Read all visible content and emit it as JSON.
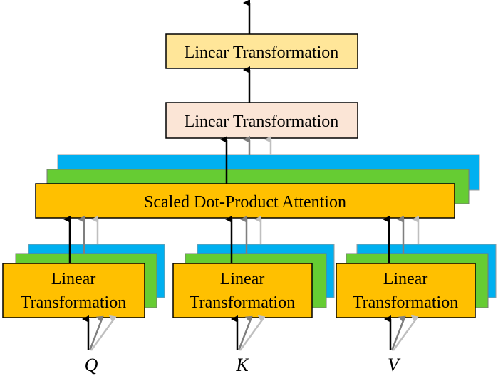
{
  "colors": {
    "top_box": "#ffe699",
    "mid_box": "#fbe5d6",
    "primary_box": "#ffc000",
    "layer_green": "#66cc33",
    "layer_blue": "#00b0f0",
    "border": "#000000",
    "arrow_black": "#000000",
    "arrow_gray": "#7f7f7f",
    "arrow_lightgray": "#bfbfbf"
  },
  "diagram": {
    "output_linear": "Linear Transformation",
    "concat_linear": "Linear Transformation",
    "attention": "Scaled Dot-Product Attention",
    "branches": [
      {
        "line1": "Linear",
        "line2": "Transformation",
        "input": "Q"
      },
      {
        "line1": "Linear",
        "line2": "Transformation",
        "input": "K"
      },
      {
        "line1": "Linear",
        "line2": "Transformation",
        "input": "V"
      }
    ]
  }
}
